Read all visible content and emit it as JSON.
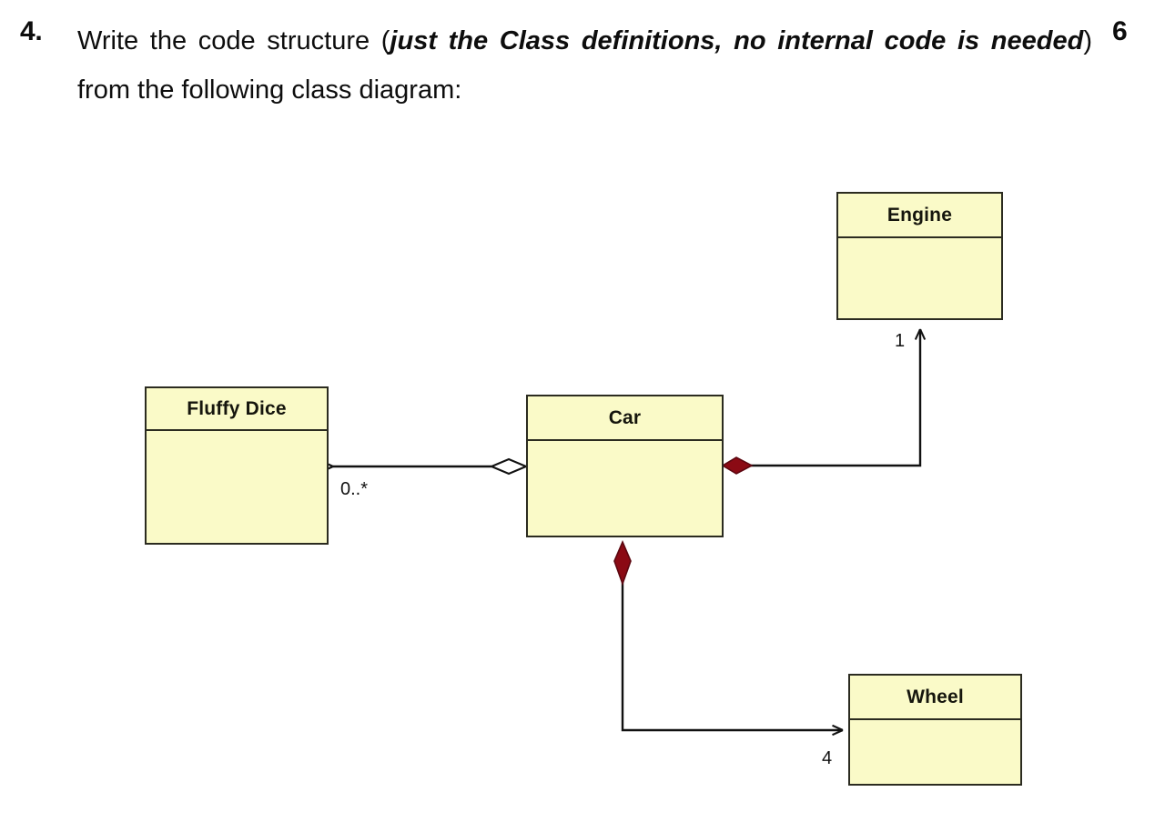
{
  "question": {
    "number": "4.",
    "text_before_italic": "Write the code structure (",
    "italic_part": "just the Class definitions, no internal code is needed",
    "text_after_italic": ") from the following class diagram:",
    "marks": "6"
  },
  "diagram": {
    "type": "uml-class-diagram",
    "colors": {
      "class_fill": "#fafac8",
      "class_border": "#2b2b20",
      "composition_diamond": "#8b0a14",
      "aggregation_diamond": "#ffffff",
      "line": "#111111"
    },
    "classes": [
      {
        "id": "engine",
        "name": "Engine",
        "attributes": [],
        "methods": []
      },
      {
        "id": "fluffy-dice",
        "name": "Fluffy Dice",
        "attributes": [],
        "methods": []
      },
      {
        "id": "car",
        "name": "Car",
        "attributes": [],
        "methods": []
      },
      {
        "id": "wheel",
        "name": "Wheel",
        "attributes": [],
        "methods": []
      }
    ],
    "relationships": [
      {
        "id": "car-fluffy-dice",
        "source": "Car",
        "target": "Fluffy Dice",
        "kind": "aggregation",
        "diamond": "hollow",
        "diamond_end": "Car",
        "arrow_end": "Fluffy Dice",
        "multiplicity": "0..*"
      },
      {
        "id": "car-engine",
        "source": "Car",
        "target": "Engine",
        "kind": "composition",
        "diamond": "filled",
        "diamond_end": "Car",
        "arrow_end": "Engine",
        "multiplicity": "1"
      },
      {
        "id": "car-wheel",
        "source": "Car",
        "target": "Wheel",
        "kind": "composition",
        "diamond": "filled",
        "diamond_end": "Car",
        "arrow_end": "Wheel",
        "multiplicity": "4"
      }
    ]
  }
}
